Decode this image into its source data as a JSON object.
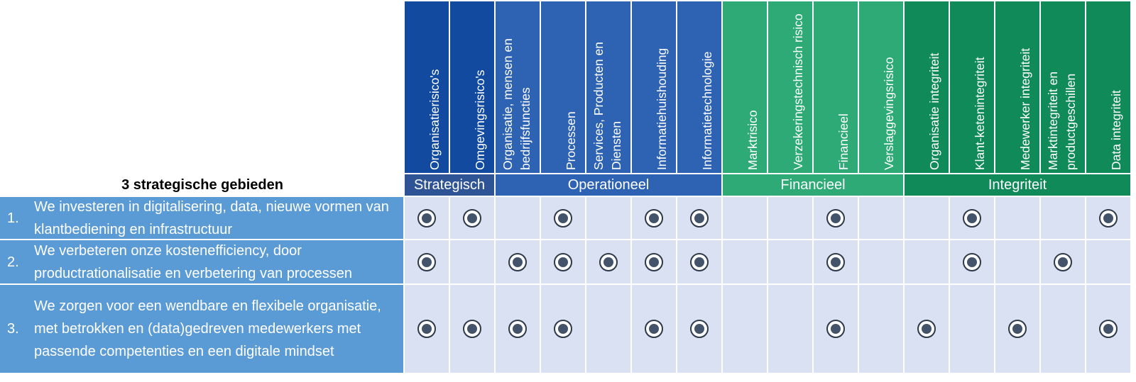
{
  "title": "3 strategische gebieden",
  "groups": [
    {
      "name": "Strategisch",
      "span": 2,
      "color": "#2f5496"
    },
    {
      "name": "Operationeel",
      "span": 5,
      "color": "#2e62b3"
    },
    {
      "name": "Financieel",
      "span": 4,
      "color": "#2eaa76"
    },
    {
      "name": "Integriteit",
      "span": 5,
      "color": "#0f8a58"
    }
  ],
  "columns": [
    {
      "label": "Organisatierisico's",
      "color": "#114a9e"
    },
    {
      "label": "Omgevingsrisico's",
      "color": "#114a9e"
    },
    {
      "label": "Organisatie, mensen en bedrijfsfuncties",
      "color": "#2e62b3"
    },
    {
      "label": "Processen",
      "color": "#2e62b3"
    },
    {
      "label": "Services, Producten en Diensten",
      "color": "#2e62b3"
    },
    {
      "label": "Informatiehuishouding",
      "color": "#2e62b3"
    },
    {
      "label": "Informatietechnologie",
      "color": "#2e62b3"
    },
    {
      "label": "Marktrisico",
      "color": "#2eaa76"
    },
    {
      "label": "Verzekeringstechnisch risico",
      "color": "#2eaa76"
    },
    {
      "label": "Financieel",
      "color": "#2eaa76"
    },
    {
      "label": "Verslaggevingsrisico",
      "color": "#2eaa76"
    },
    {
      "label": "Organisatie integriteit",
      "color": "#0f8a58"
    },
    {
      "label": "Klant-ketenintegriteit",
      "color": "#0f8a58"
    },
    {
      "label": "Medewerker integriteit",
      "color": "#0f8a58"
    },
    {
      "label": "Marktintegriteit en productgeschillen",
      "color": "#0f8a58"
    },
    {
      "label": "Data integriteit",
      "color": "#0f8a58"
    }
  ],
  "rows": [
    {
      "number": "1.",
      "text": "We investeren in digitalisering, data, nieuwe vormen van klantbediening en infrastructuur",
      "marks": [
        true,
        true,
        false,
        true,
        false,
        true,
        true,
        false,
        false,
        true,
        false,
        false,
        true,
        false,
        false,
        true
      ]
    },
    {
      "number": "2.",
      "text": "We verbeteren onze kostenefficiency, door productrationalisatie en verbetering van processen",
      "marks": [
        true,
        false,
        true,
        true,
        true,
        true,
        true,
        false,
        false,
        true,
        false,
        false,
        true,
        false,
        true,
        false
      ]
    },
    {
      "number": "3.",
      "text": "We zorgen voor een wendbare en flexibele organisatie, met betrokken en (data)gedreven medewerkers met passende competenties en een digitale mindset",
      "marks": [
        true,
        true,
        true,
        true,
        false,
        true,
        true,
        false,
        false,
        true,
        false,
        true,
        false,
        true,
        false,
        true
      ]
    }
  ]
}
